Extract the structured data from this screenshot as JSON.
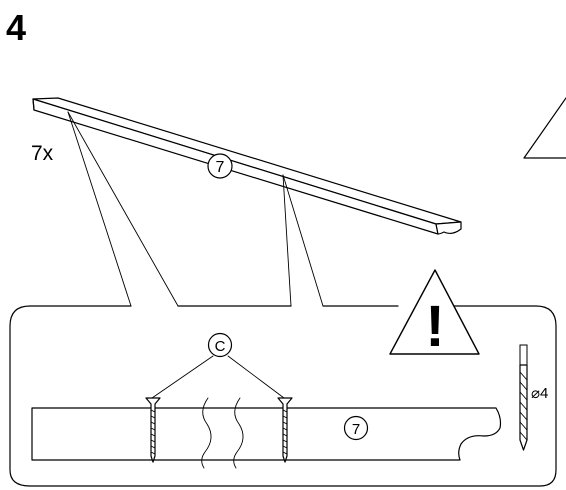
{
  "step": {
    "number": "4"
  },
  "quantity": {
    "label": "7x"
  },
  "parts": {
    "rail_id": "7",
    "detail_rail_id": "7",
    "screw_id": "C"
  },
  "drill": {
    "diameter_label": "⌀4"
  },
  "warning": {
    "mark": "!"
  }
}
